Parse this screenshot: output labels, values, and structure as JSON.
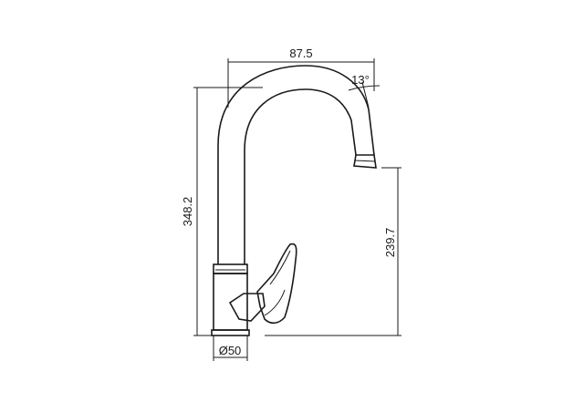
{
  "dimensions": {
    "spout_reach": "87.5",
    "spout_angle": "13°",
    "total_height": "348.2",
    "spout_height": "239.7",
    "base_diameter": "Ø50"
  },
  "colors": {
    "line": "#1a1a1a",
    "background": "#ffffff"
  }
}
